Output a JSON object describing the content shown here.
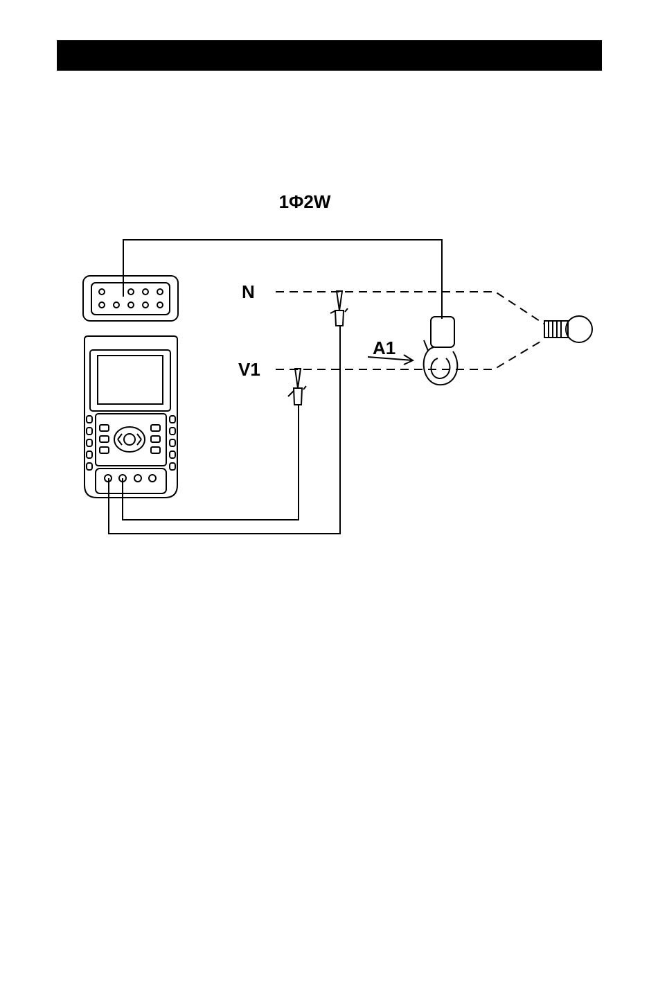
{
  "header": {
    "color": "#000000"
  },
  "diagram": {
    "title": "1Φ2W",
    "labels": {
      "neutral": "N",
      "voltage": "V1",
      "current": "A1"
    }
  }
}
